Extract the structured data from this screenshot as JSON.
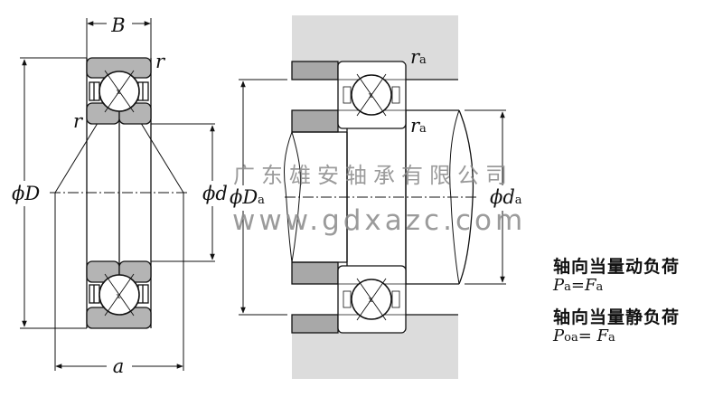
{
  "diagram": {
    "title": "Angular contact ball bearing dimensions and mounting",
    "left_view": {
      "labels": {
        "width": "B",
        "chamfer_top": "r",
        "chamfer_inner": "r",
        "outer_diameter": "ϕD",
        "bore_diameter": "ϕd",
        "load_center": "a"
      }
    },
    "right_view": {
      "labels": {
        "housing_chamfer": "r",
        "housing_chamfer_sub": "a",
        "shaft_chamfer": "r",
        "shaft_chamfer_sub": "a",
        "housing_shoulder": "ϕD",
        "housing_shoulder_sub": "a",
        "shaft_shoulder": "ϕd",
        "shaft_shoulder_sub": "a"
      }
    },
    "watermark": {
      "company": "广东雄安轴承有限公司",
      "website": "www.gdxazc.com"
    },
    "legend": [
      {
        "title": "轴向当量动负荷",
        "lhs": "P",
        "lhs_sub": "a",
        "op": "=",
        "rhs": "F",
        "rhs_sub": "a"
      },
      {
        "title": "轴向当量静负荷",
        "lhs": "P",
        "lhs_sub": "oa",
        "op": "=",
        "rhs": "F",
        "rhs_sub": "a"
      }
    ],
    "colors": {
      "ring_fill": "#b4b4b4",
      "housing_fill": "#dcdcdc",
      "spacer_fill": "#a8a8a8",
      "line": "#111111",
      "watermark": "#8a8a8a"
    }
  }
}
